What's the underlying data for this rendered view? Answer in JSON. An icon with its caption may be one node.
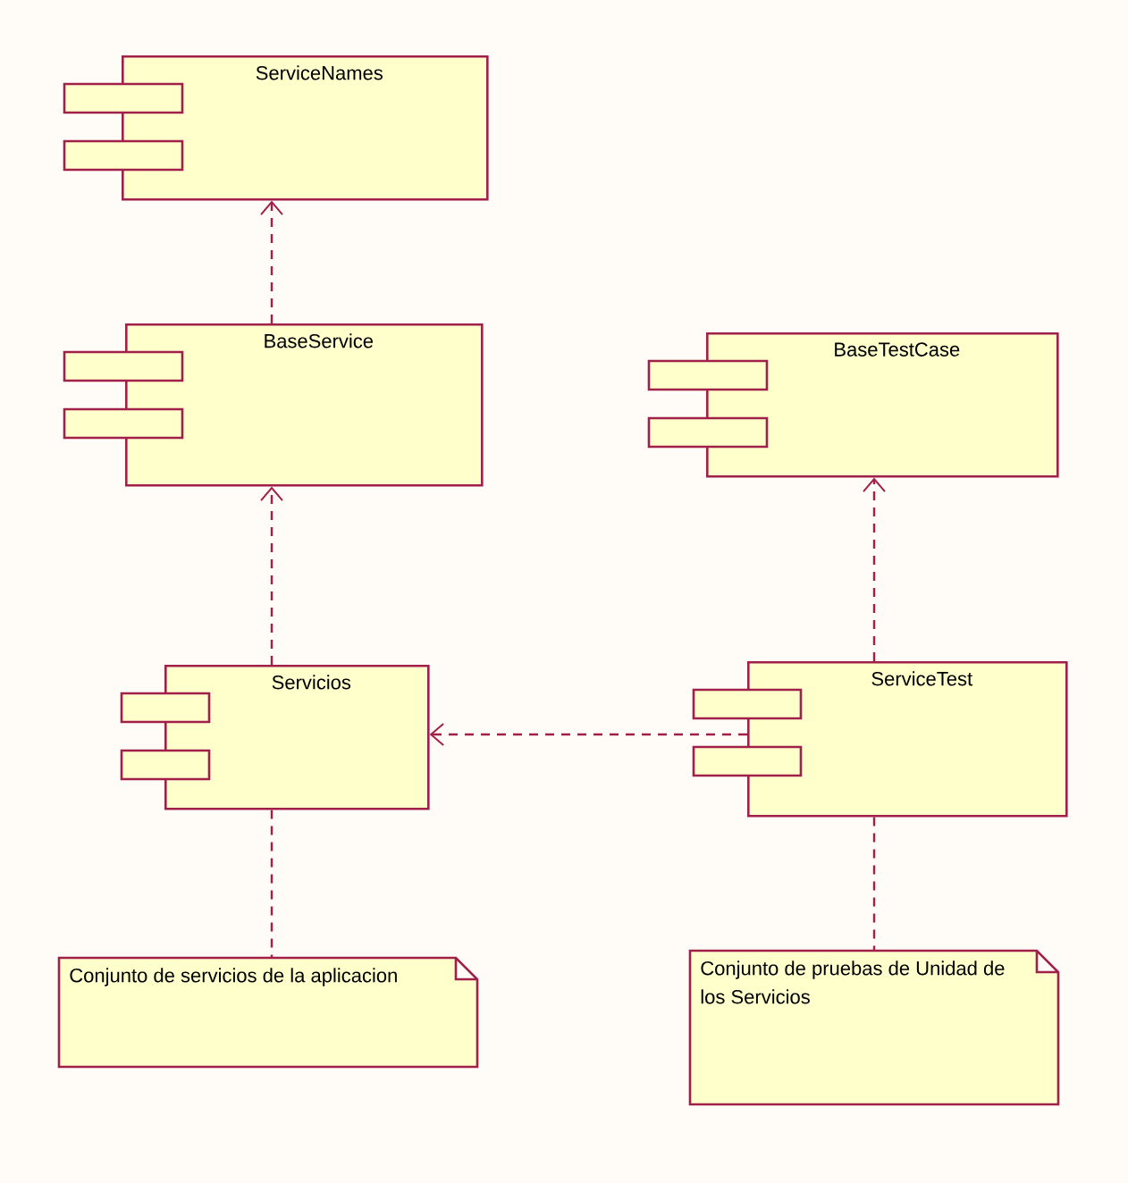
{
  "diagram": {
    "nodes": [
      {
        "text": [
          "ServiceNames"
        ]
      },
      {
        "text": [
          "BaseService"
        ]
      },
      {
        "text": [
          "BaseTestCase"
        ]
      },
      {
        "text": [
          "Servicios"
        ]
      },
      {
        "text": [
          "ServiceTest"
        ]
      },
      {
        "text": [
          "Conjunto de servicios de la aplicacion"
        ]
      },
      {
        "text": [
          "Conjunto de pruebas de Unidad de los Servicios"
        ]
      }
    ],
    "edges": [
      {
        "from": 1,
        "to": 0,
        "arrow": "to",
        "style": "dashed"
      },
      {
        "from": 3,
        "to": 1,
        "arrow": "to",
        "style": "dashed"
      },
      {
        "from": 4,
        "to": 2,
        "arrow": "to",
        "style": "dashed"
      },
      {
        "from": 4,
        "to": 3,
        "arrow": "to",
        "style": "dashed"
      },
      {
        "from": 3,
        "to": 5,
        "arrow": "none",
        "style": "dashed"
      },
      {
        "from": 4,
        "to": 6,
        "arrow": "none",
        "style": "dashed"
      }
    ]
  }
}
